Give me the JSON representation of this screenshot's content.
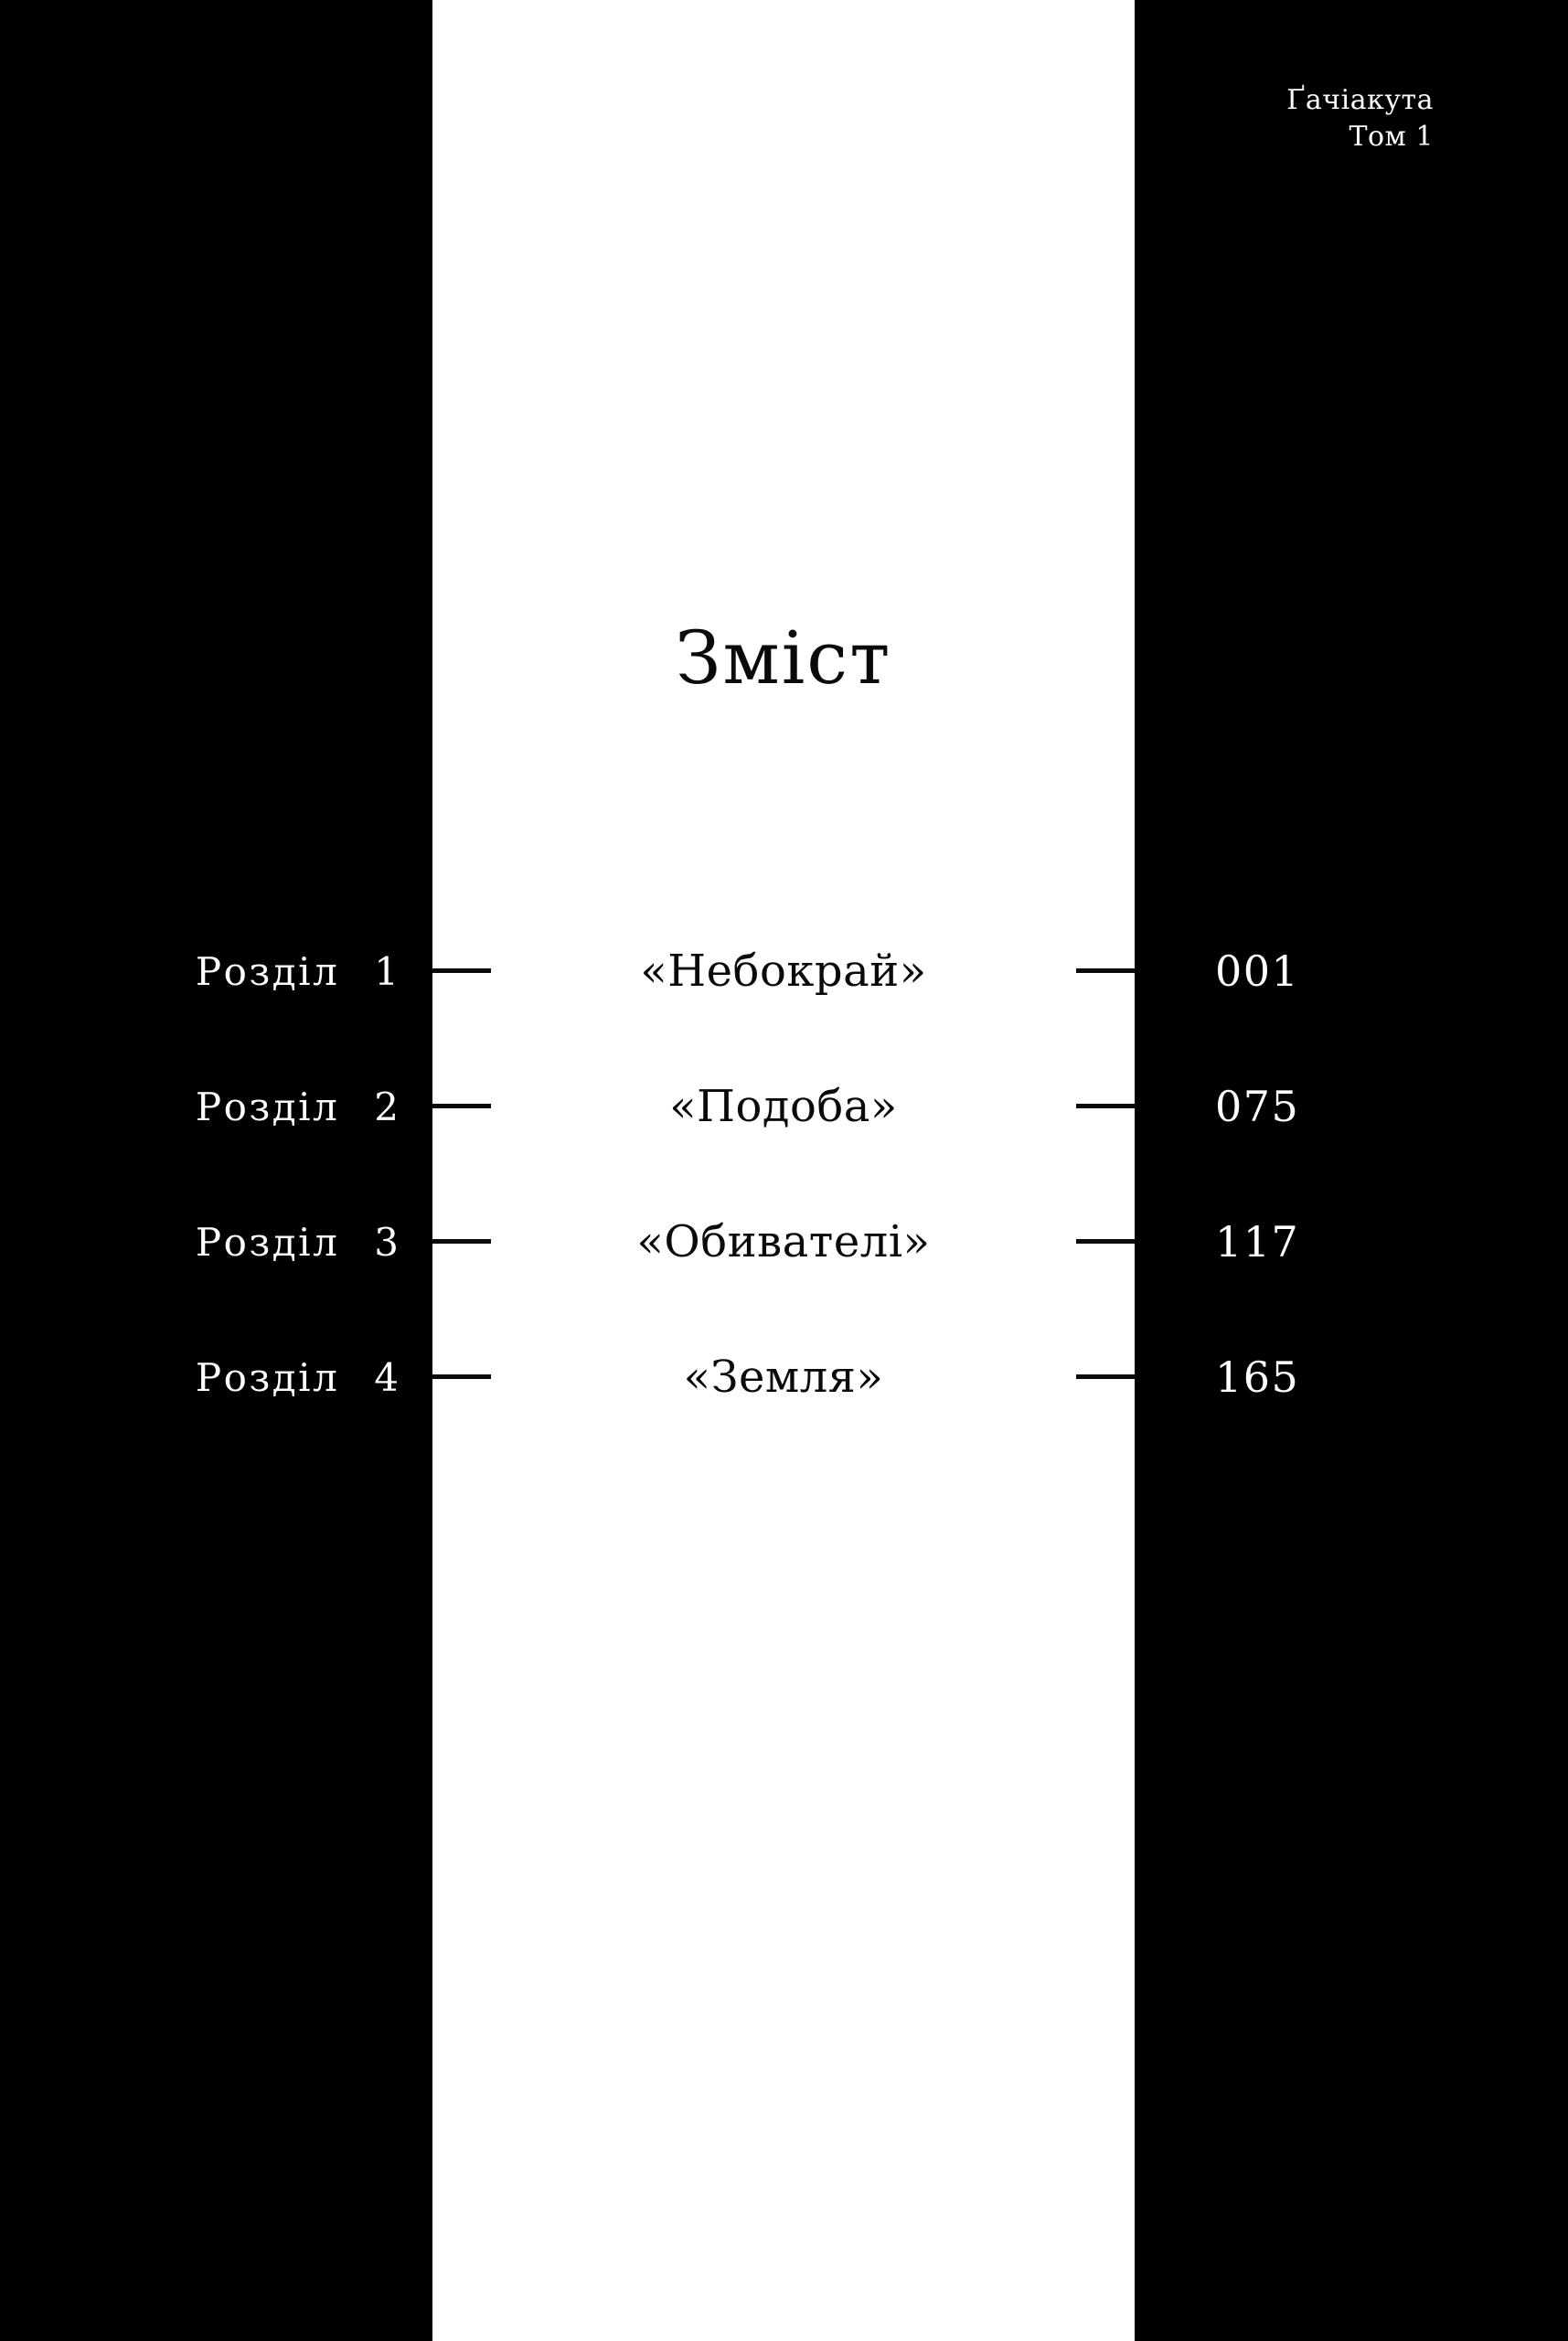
{
  "header": {
    "series_title": "Ґачіакута",
    "volume": "Том 1"
  },
  "page": {
    "title": "Зміст"
  },
  "toc": {
    "chapter_word": "Розділ",
    "entries": [
      {
        "chapter_word": "Розділ",
        "number": "1",
        "title": "«Небокрай»",
        "page": "001"
      },
      {
        "chapter_word": "Розділ",
        "number": "2",
        "title": "«Подоба»",
        "page": "075"
      },
      {
        "chapter_word": "Розділ",
        "number": "3",
        "title": "«Обивателі»",
        "page": "117"
      },
      {
        "chapter_word": "Розділ",
        "number": "4",
        "title": "«Земля»",
        "page": "165"
      }
    ]
  },
  "colors": {
    "background": "#000000",
    "band": "#ffffff",
    "ink_dark": "#0a0a0a",
    "ink_light": "#ffffff"
  }
}
